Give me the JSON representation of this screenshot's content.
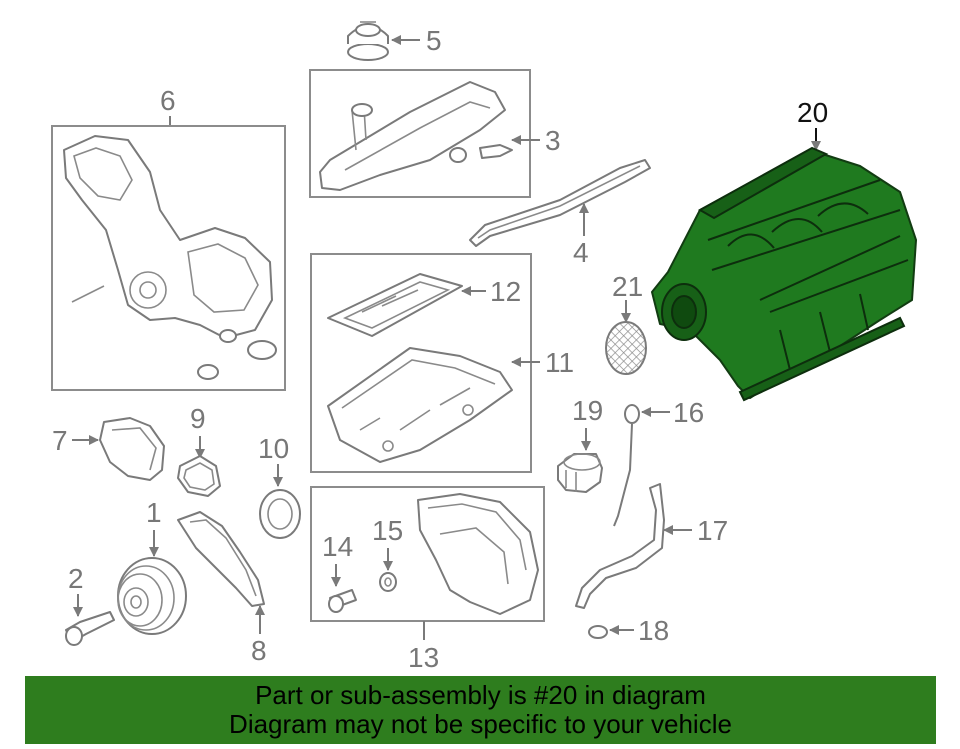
{
  "callouts": {
    "c1": "1",
    "c2": "2",
    "c3": "3",
    "c4": "4",
    "c5": "5",
    "c6": "6",
    "c7": "7",
    "c8": "8",
    "c9": "9",
    "c10": "10",
    "c11": "11",
    "c12": "12",
    "c13": "13",
    "c14": "14",
    "c15": "15",
    "c16": "16",
    "c17": "17",
    "c18": "18",
    "c19": "19",
    "c20": "20",
    "c21": "21"
  },
  "highlighted_part": "20",
  "colors": {
    "highlight_fill": "#1f7a1f",
    "banner_background": "#2e7d1e",
    "banner_text": "#000000",
    "line_art": "#7a7a7a"
  },
  "banner": {
    "line1": "Part or sub-assembly is #20 in diagram",
    "line2": "Diagram may not be specific to your vehicle"
  }
}
